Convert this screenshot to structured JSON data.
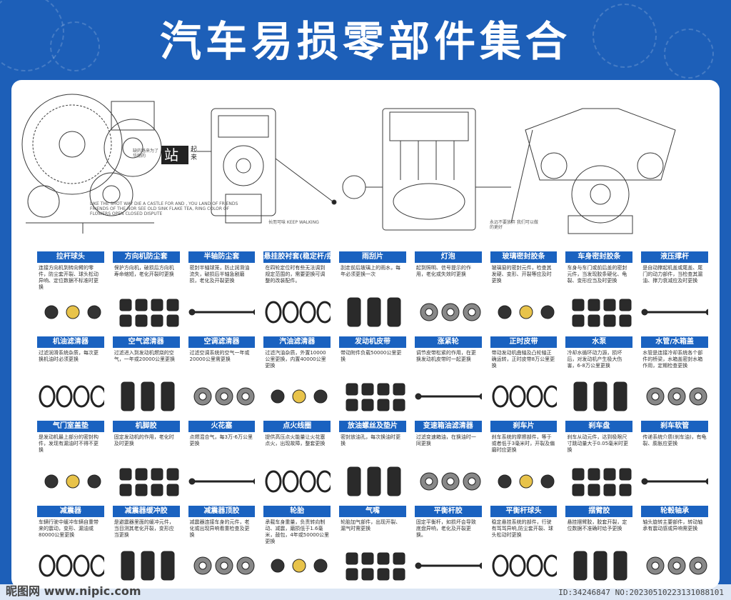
{
  "title": "汽车易损零部件集合",
  "accent_color": "#1a62c0",
  "background_color": "#1d5fb8",
  "engine_captions": {
    "stamp_small": "缺的路来为了华丽的",
    "stamp_big": "站",
    "stamp_side": "起来",
    "caption_left": "LIKE THE SHOT WAY DIE A CASTLE FOR AND , YOU LAND OF FRIENDS FRIENDS OF THE NOR SEE OLD SINK FLAKE TEA, RING COLOR OF FLOWERS OPEN CLOSED DISPUTE",
    "caption_mid": "长而可味 KEEP WALKING",
    "caption_right": "永远不要放弃 我们可以做的更好"
  },
  "parts": [
    {
      "name": "拉杆球头",
      "desc": "连接方向机到转向臂的零件，防尘套开裂、球头松动异响、定位数据不标准时更换",
      "icon": "tie-rod-icon"
    },
    {
      "name": "方向机防尘套",
      "desc": "保护方向机，破损后方向机寿命缩短，老化开裂时更换",
      "icon": "boot-icon"
    },
    {
      "name": "半轴防尘套",
      "desc": "密封半轴球笼，防止润滑油流失，破损后半轴急剧磨损，老化及开裂更换",
      "icon": "cv-boot-icon"
    },
    {
      "name": "悬挂胶衬套(稳定杆/摆臂胶片/衬套)",
      "desc": "在四轮定位时有些无法调到规定范围的，需要更换可调整的改装配件。",
      "icon": "bushing-icon"
    },
    {
      "name": "雨刮片",
      "desc": "刮走前后玻璃上的雨水，每年必须更换一次",
      "icon": "wiper-icon"
    },
    {
      "name": "灯泡",
      "desc": "起到照明、信号提示的作用，老化或失效时更换",
      "icon": "bulb-icon"
    },
    {
      "name": "玻璃密封胶条",
      "desc": "玻璃窗的密封元件，检查其发硬、变形、开裂等应及时更换",
      "icon": "seal-icon"
    },
    {
      "name": "车身密封胶条",
      "desc": "车身与车门或前后盖的密封元件，当发现胶条硬化、龟裂、变形应当及时更换",
      "icon": "body-seal-icon"
    },
    {
      "name": "液压撑杆",
      "desc": "是自动撑起机盖或尾盖、尾门的动力部件，当检查其漏油、撑力衰减应及时更换",
      "icon": "strut-icon"
    },
    {
      "name": "机油滤清器",
      "desc": "过滤润滑系统杂质，每次更换机油时必须更换",
      "icon": "oil-filter-icon"
    },
    {
      "name": "空气滤清器",
      "desc": "过滤进入到发动机燃烧的空气，一年或20000公里更换",
      "icon": "air-filter-icon"
    },
    {
      "name": "空调滤清器",
      "desc": "过滤空调系统的空气一年或20000公里需更换",
      "icon": "cabin-filter-icon"
    },
    {
      "name": "汽油滤清器",
      "desc": "过滤汽油杂质，外置10000公里更换，内置40000公里更换",
      "icon": "fuel-filter-icon"
    },
    {
      "name": "发动机皮带",
      "desc": "带动附件负载50000公里更换",
      "icon": "belt-icon"
    },
    {
      "name": "涨紧轮",
      "desc": "调节皮带松紧的作用，在更换发动机皮带时一起更换",
      "icon": "tensioner-icon"
    },
    {
      "name": "正时皮带",
      "desc": "带动发动机曲轴及凸轮轴正确运转，正时皮带8万公里更换",
      "icon": "timing-belt-icon"
    },
    {
      "name": "水泵",
      "desc": "冷却水循环动力源，损坏后，对发动机产生极大伤害，6-8万公里更换",
      "icon": "water-pump-icon"
    },
    {
      "name": "水管/水箱盖",
      "desc": "水管是连接冷却系统各个部件的桥梁，水箱盖密封水箱作用，定期检查更换",
      "icon": "radiator-cap-icon"
    },
    {
      "name": "气门室盖垫",
      "desc": "是发动机最上部分的密封构件，发现有漏油时不得不更换",
      "icon": "gasket-icon"
    },
    {
      "name": "机脚胶",
      "desc": "固定发动机的作用，老化时及时更换",
      "icon": "engine-mount-icon"
    },
    {
      "name": "火花塞",
      "desc": "点燃混合气，每3万-6万公里更换",
      "icon": "spark-plug-icon"
    },
    {
      "name": "点火线圈",
      "desc": "提供高压点火能量让火花塞点火，出现故障，整套更换",
      "icon": "ignition-coil-icon"
    },
    {
      "name": "放油螺丝及垫片",
      "desc": "密封放油孔，每次换油时更换",
      "icon": "drain-washer-icon"
    },
    {
      "name": "变速箱油滤清器",
      "desc": "过滤变速箱油，在换油时一同更换",
      "icon": "transmission-filter-icon"
    },
    {
      "name": "刹车片",
      "desc": "刹车系统的摩擦部件，等于或者低于3毫米时，开裂及偏磨时应更换",
      "icon": "brake-pad-icon"
    },
    {
      "name": "刹车盘",
      "desc": "刹车从动元件，达到极限尺寸跳动量大于0.05毫米时更换",
      "icon": "brake-disc-icon"
    },
    {
      "name": "刹车软管",
      "desc": "传递系统介质(刹车油)，有龟裂、膨胀应更换",
      "icon": "brake-hose-icon"
    },
    {
      "name": "减震器",
      "desc": "车辆行驶中缓冲车辆自重带来的震动，变形、漏油或80000公里更换",
      "icon": "shock-absorber-icon"
    },
    {
      "name": "减震器缓冲胶",
      "desc": "是避震器里面的缓冲元件，当目测其老化开裂，变形应当更换",
      "icon": "bump-stop-icon"
    },
    {
      "name": "减震器顶胶",
      "desc": "减震器连接车身的元件，老化或出现异响看重检查及更换",
      "icon": "strut-mount-icon"
    },
    {
      "name": "轮胎",
      "desc": "承载车身重量，负责转向制动、减震，磨损低于1.6毫米，鼓包，4年或50000公里更换",
      "icon": "tire-icon"
    },
    {
      "name": "气嘴",
      "desc": "轮胎加气部件，出现开裂、漏气时需更换",
      "icon": "valve-stem-icon"
    },
    {
      "name": "平衡杆胶",
      "desc": "固定平衡杆，如损坏会导致底盘异响，老化及开裂更换。",
      "icon": "stabilizer-bushing-icon"
    },
    {
      "name": "平衡杆球头",
      "desc": "稳定悬挂系统的部件，行驶有骂骂异响,防尘套开裂、球头松动时更换",
      "icon": "stabilizer-link-icon"
    },
    {
      "name": "摆臂胶",
      "desc": "悬挂摆臂胶，胶套开裂，定位数据不准确时给予更换",
      "icon": "control-arm-bushing-icon"
    },
    {
      "name": "轮毂轴承",
      "desc": "轴头旋转主要部件，转动轴承有震动感或异响需更换",
      "icon": "wheel-bearing-icon"
    }
  ],
  "footer": {
    "watermark": "昵图网 www.nipic.com",
    "id": "ID:34246847 NO:20230510223131088101"
  }
}
